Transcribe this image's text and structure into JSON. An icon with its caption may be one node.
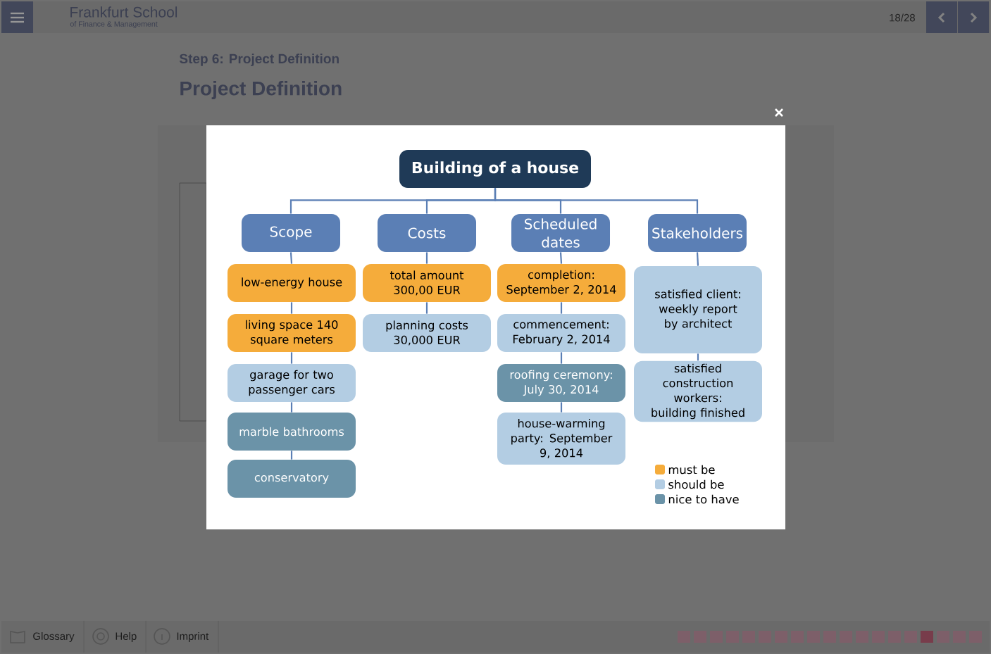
{
  "diagram": {
    "nodes": [
      {
        "text": [
          "Building of a house"
        ]
      },
      {
        "text": [
          "Scope"
        ]
      },
      {
        "text": [
          "Costs"
        ]
      },
      {
        "text": [
          "Scheduled dates"
        ]
      },
      {
        "text": [
          "Stakeholders"
        ]
      },
      {
        "text": [
          "low-energy house"
        ]
      },
      {
        "text": [
          "living space 140 square meters"
        ]
      },
      {
        "text": [
          "garage for two passenger cars"
        ]
      },
      {
        "text": [
          "marble bathrooms"
        ]
      },
      {
        "text": [
          "conservatory"
        ]
      },
      {
        "text": [
          "total amount 300,00 EUR"
        ]
      },
      {
        "text": [
          "planning costs 30,000 EUR"
        ]
      },
      {
        "text": [
          "completion: September 2, 2014"
        ]
      },
      {
        "text": [
          "commencement: February 2, 2014"
        ]
      },
      {
        "text": [
          "roofing ceremony: July 30, 2014"
        ]
      },
      {
        "text": [
          "house-warming party: September 9, 2014"
        ]
      },
      {
        "text": [
          "satisfied client: weekly report by architect"
        ]
      },
      {
        "text": [
          "satisfied construction workers: building finished"
        ]
      }
    ],
    "edges": [
      {
        "from": 0,
        "to": 1,
        "arrow": "none"
      },
      {
        "from": 0,
        "to": 2,
        "arrow": "none"
      },
      {
        "from": 0,
        "to": 3,
        "arrow": "none"
      },
      {
        "from": 0,
        "to": 4,
        "arrow": "none"
      },
      {
        "from": 1,
        "to": 5,
        "arrow": "none"
      },
      {
        "from": 5,
        "to": 6,
        "arrow": "none"
      },
      {
        "from": 6,
        "to": 7,
        "arrow": "none"
      },
      {
        "from": 7,
        "to": 8,
        "arrow": "none"
      },
      {
        "from": 8,
        "to": 9,
        "arrow": "none"
      },
      {
        "from": 2,
        "to": 10,
        "arrow": "none"
      },
      {
        "from": 10,
        "to": 11,
        "arrow": "none"
      },
      {
        "from": 3,
        "to": 12,
        "arrow": "none"
      },
      {
        "from": 12,
        "to": 13,
        "arrow": "none"
      },
      {
        "from": 13,
        "to": 14,
        "arrow": "none"
      },
      {
        "from": 14,
        "to": 15,
        "arrow": "none"
      },
      {
        "from": 4,
        "to": 16,
        "arrow": "none"
      },
      {
        "from": 16,
        "to": 17,
        "arrow": "none"
      }
    ],
    "labels": [
      "Frankfurt School",
      "of Finance & Management",
      "18/28",
      "Step 6: Project Definition",
      "Project Definition",
      "Glossary",
      "Help",
      "Imprint"
    ],
    "legend": [
      {
        "text": "must be",
        "color": "#f5ac3b"
      },
      {
        "text": "should be",
        "color": "#b3cde3"
      },
      {
        "text": "nice to have",
        "color": "#6b93a8"
      }
    ]
  }
}
